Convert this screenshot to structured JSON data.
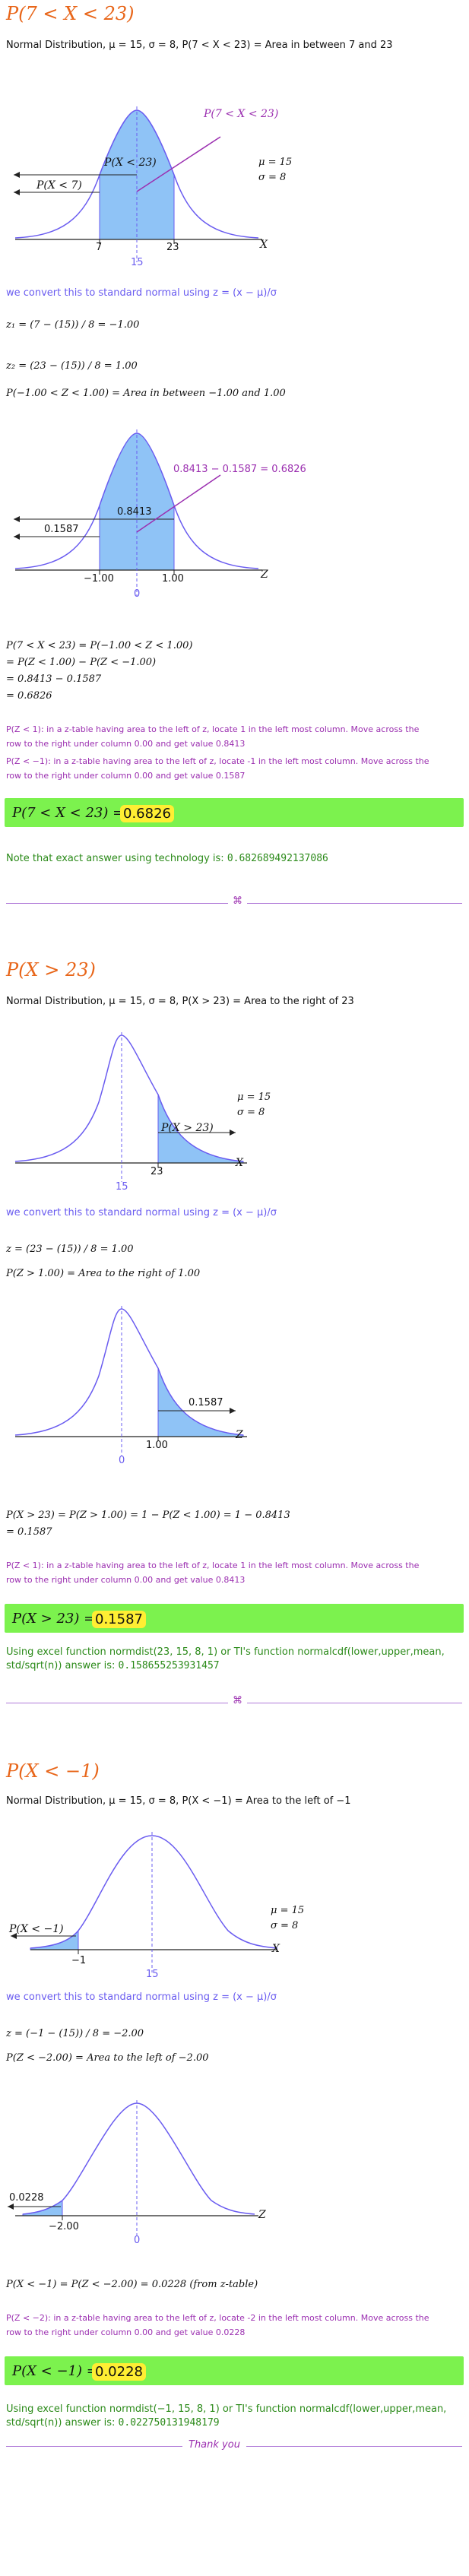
{
  "colors": {
    "title": "#e8661a",
    "green": "#2b8a19",
    "purple": "#9b2fb0",
    "result_bg": "#7cf24e",
    "highlight": "#ffee33",
    "curve": "#6a5cf0",
    "shade": "#8fc3f6"
  },
  "divider_symbol": "⌘",
  "footer": "Thank you",
  "p1": {
    "title": "P(7 < X < 23)",
    "line1": "Normal Distribution, μ = 15, σ = 8, P(7 < X < 23) = Area in between 7 and 23",
    "chart1": {
      "label_between": "P(X < 23)",
      "label_top": "P(7 < X < 23)",
      "label_left": "P(X < 7)",
      "mu": "μ = 15",
      "sigma": "σ = 8",
      "axis": "X",
      "t7": "7",
      "t15": "15",
      "t23": "23"
    },
    "convert": "we convert this to standard normal using z = (x − μ)/σ",
    "z1": "z₁ = (7 − (15)) / 8 = −1.00",
    "z2": "z₂ = (23 − (15)) / 8 = 1.00",
    "pz": "P(−1.00 < Z < 1.00) = Area in between −1.00 and 1.00",
    "chart2": {
      "label_top": "0.8413 − 0.1587 = 0.6826",
      "label_mid": "0.8413",
      "label_left": "0.1587",
      "axis": "Z",
      "tm1": "−1.00",
      "t0": "0",
      "t1": "1.00"
    },
    "calc": [
      "P(7 < X < 23) = P(−1.00 < Z < 1.00)",
      "= P(Z < 1.00) − P(Z < −1.00)",
      "= 0.8413 − 0.1587",
      "= 0.6826"
    ],
    "note1": "P(Z < 1): in a z-table having area to the left of z, locate 1 in the left most column. Move across the row to the right under column 0.00 and get value 0.8413",
    "note2": "P(Z < −1): in a z-table having area to the left of z, locate -1 in the left most column. Move across the row to the right under column 0.00 and get value 0.1587",
    "result_label": "P(7 < X < 23) =",
    "result_value": "0.6826",
    "tech_text": "Note that exact answer using technology is:",
    "tech_value": "0.682689492137086"
  },
  "p2": {
    "title": "P(X > 23)",
    "line1": "Normal Distribution, μ = 15, σ = 8, P(X > 23) = Area to the right of 23",
    "chart1": {
      "label": "P(X > 23)",
      "mu": "μ = 15",
      "sigma": "σ = 8",
      "axis": "X",
      "t15": "15",
      "t23": "23"
    },
    "convert": "we convert this to standard normal using z = (x − μ)/σ",
    "z": "z = (23 − (15)) / 8 = 1.00",
    "pz": "P(Z > 1.00) = Area to the right of 1.00",
    "chart2": {
      "label": "0.1587",
      "axis": "Z",
      "t0": "0",
      "t1": "1.00"
    },
    "calc": [
      "P(X > 23) = P(Z > 1.00) = 1 − P(Z < 1.00) = 1 − 0.8413",
      "= 0.1587"
    ],
    "note": "P(Z < 1): in a z-table having area to the left of z, locate 1 in the left most column. Move across the row to the right under column 0.00 and get value 0.8413",
    "result_label": "P(X > 23) =",
    "result_value": "0.1587",
    "excel_line1": "Using excel function normdist(23, 15, 8, 1) or TI's function normalcdf(lower,upper,mean,",
    "excel_line2": "std/sqrt(n)) answer is:",
    "excel_value": "0.158655253931457"
  },
  "p3": {
    "title": "P(X < −1)",
    "line1": "Normal Distribution, μ = 15, σ = 8, P(X < −1) = Area to the left of −1",
    "chart1": {
      "label": "P(X < −1)",
      "mu": "μ = 15",
      "sigma": "σ = 8",
      "axis": "X",
      "tm1": "−1",
      "t15": "15"
    },
    "convert": "we convert this to standard normal using z = (x − μ)/σ",
    "z": "z = (−1 − (15)) / 8 = −2.00",
    "pz": "P(Z < −2.00) = Area to the left of −2.00",
    "chart2": {
      "label": "0.0228",
      "axis": "Z",
      "tm2": "−2.00",
      "t0": "0"
    },
    "calc": "P(X < −1) = P(Z < −2.00) = 0.0228 (from z-table)",
    "note": "P(Z < −2): in a z-table having area to the left of z, locate -2 in the left most column. Move across the row to the right under column 0.00 and get value 0.0228",
    "result_label": "P(X < −1) =",
    "result_value": "0.0228",
    "excel_line1": "Using excel function normdist(−1, 15, 8, 1) or TI's function normalcdf(lower,upper,mean,",
    "excel_line2": "std/sqrt(n)) answer is:",
    "excel_value": "0.022750131948179"
  }
}
